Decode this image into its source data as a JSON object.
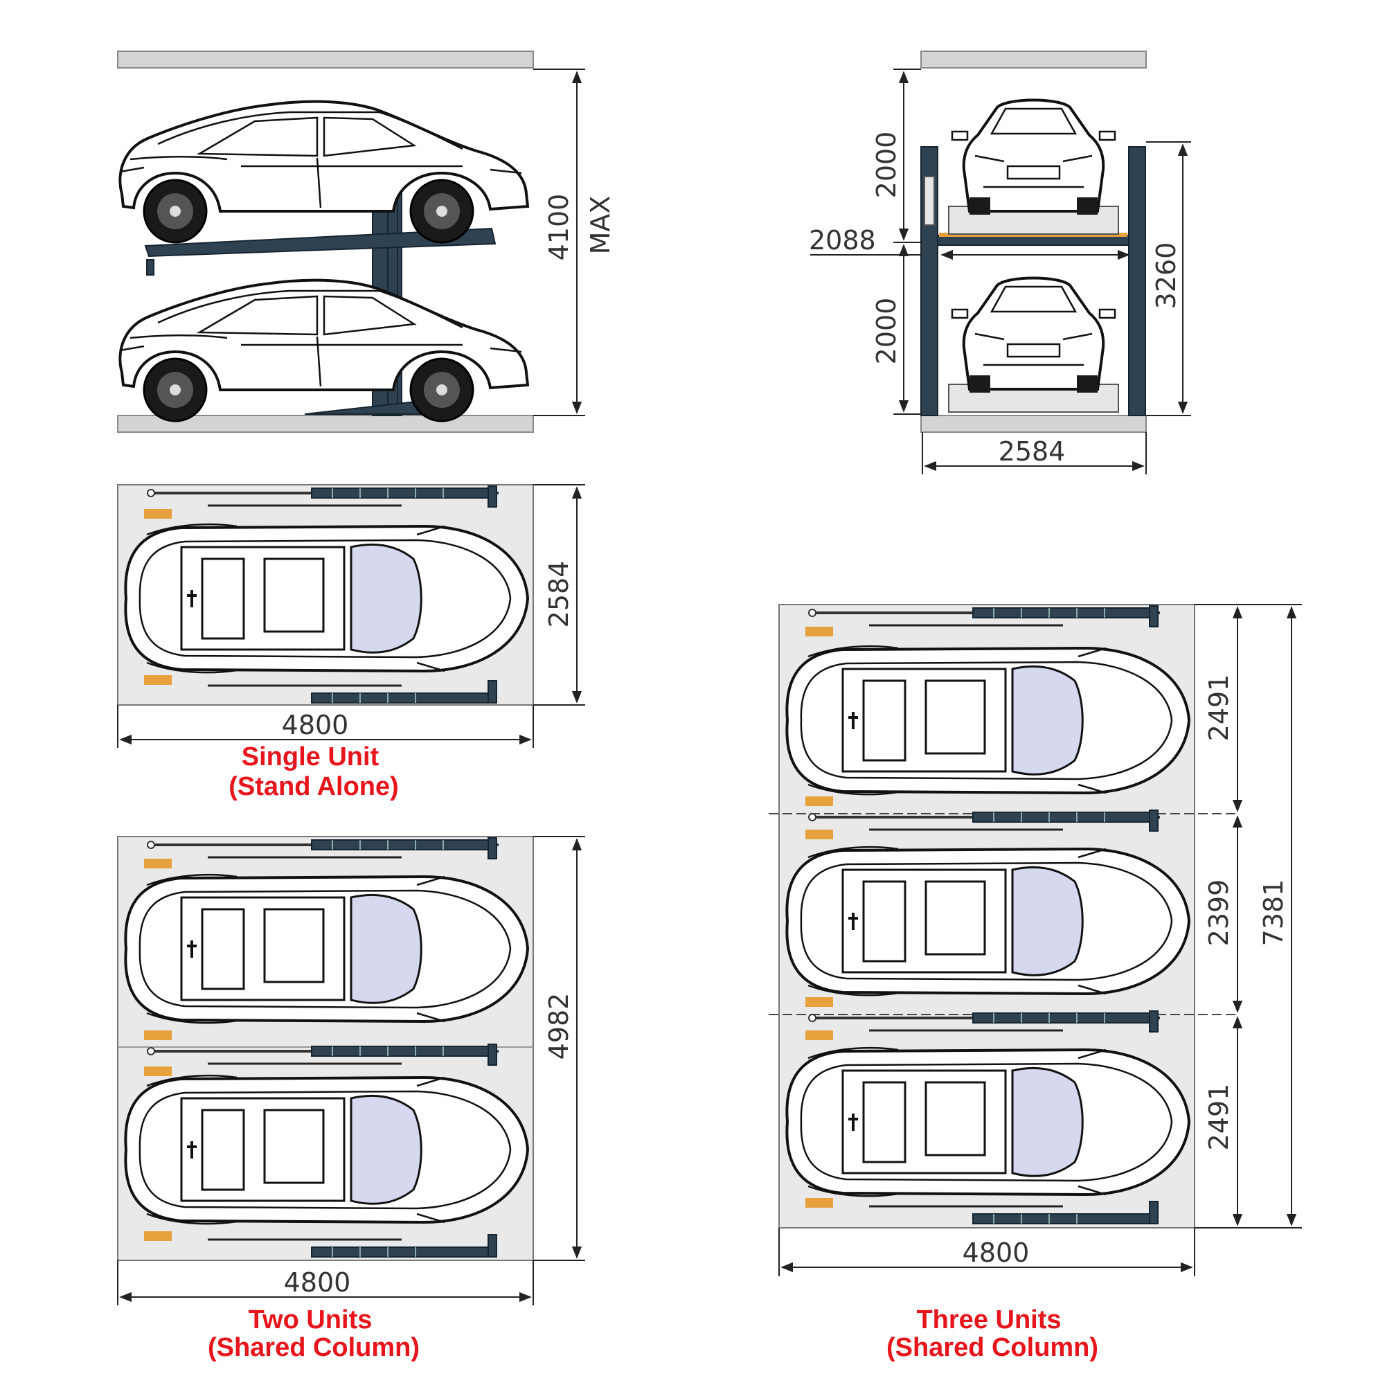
{
  "side_view": {
    "height_dim": "4100",
    "max_label": "MAX"
  },
  "front_view": {
    "upper_clearance": "2000",
    "lower_clearance": "2000",
    "platform_height": "2088",
    "column_height": "3260",
    "width": "2584"
  },
  "single_unit": {
    "width_dim": "2584",
    "length_dim": "4800",
    "caption_line1": "Single Unit",
    "caption_line2": "(Stand Alone)"
  },
  "two_units": {
    "width_dim": "4982",
    "length_dim": "4800",
    "caption_line1": "Two Units",
    "caption_line2": "(Shared Column)"
  },
  "three_units": {
    "bay1_dim": "2491",
    "bay2_dim": "2399",
    "bay3_dim": "2491",
    "total_dim": "7381",
    "length_dim": "4800",
    "caption_line1": "Three Units",
    "caption_line2": "(Shared Column)"
  }
}
